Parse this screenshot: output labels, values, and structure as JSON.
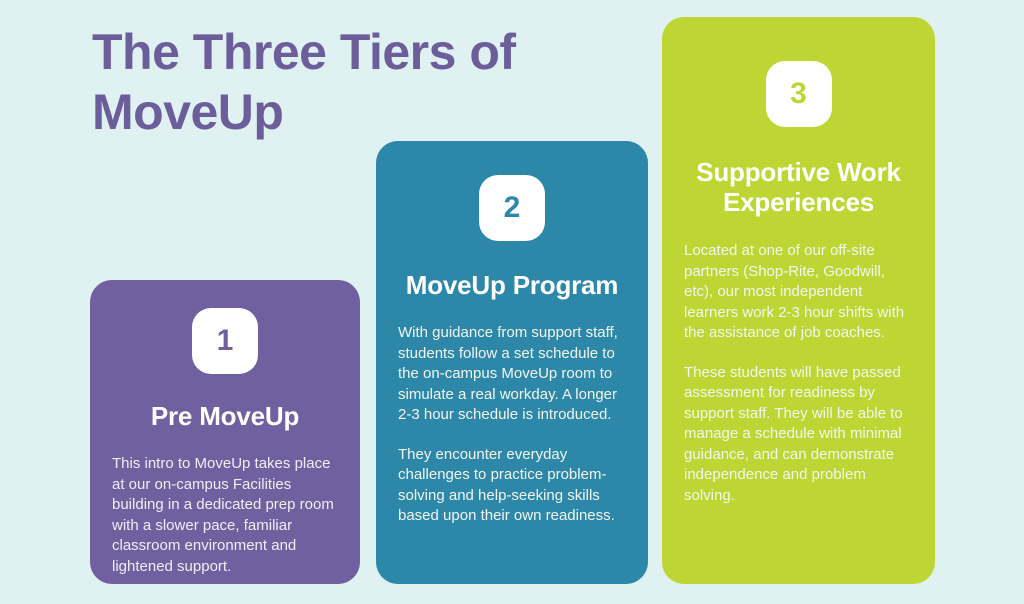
{
  "page": {
    "title": "The Three Tiers of\nMoveUp",
    "background_color": "#dff1f0",
    "title_color": "#6b5e9b"
  },
  "tiers": [
    {
      "number": "1",
      "heading": "Pre MoveUp",
      "color": "#70609f",
      "paragraphs": [
        "This intro to MoveUp takes place at our on-campus Facilities building in a dedicated prep room with a slower pace, familiar classroom environment and lightened support."
      ]
    },
    {
      "number": "2",
      "heading": "MoveUp Program",
      "color": "#2d87a8",
      "paragraphs": [
        "With guidance from support staff, students follow a set schedule to the on-campus MoveUp room to simulate a real workday. A longer 2-3 hour schedule is introduced.",
        "They encounter everyday challenges to practice problem-solving and help-seeking skills based upon their own readiness."
      ]
    },
    {
      "number": "3",
      "heading": "Supportive Work Experiences",
      "color": "#bed634",
      "paragraphs": [
        "Located at one of our off-site partners (Shop-Rite, Goodwill, etc), our most independent learners work 2-3 hour shifts with the assistance of job coaches.",
        "These students will have passed assessment for readiness by support staff. They will be able to manage a schedule with minimal guidance, and can demonstrate independence and problem solving."
      ]
    }
  ]
}
